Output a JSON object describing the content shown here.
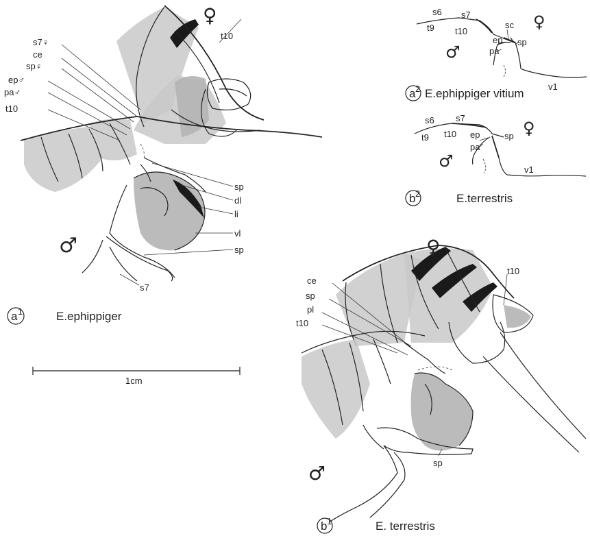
{
  "panels": {
    "a1": {
      "panel_number": "a",
      "panel_sup": "1",
      "species": "E.ephippiger",
      "female_symbol": "♀",
      "male_symbol": "♂",
      "labels": {
        "t10_top": "t10",
        "s7f": "s7♀",
        "ce": "ce",
        "spf": "sp♀",
        "epm": "ep♂",
        "pam": "pa♂",
        "t10_left": "t10",
        "sp1": "sp",
        "dl": "dl",
        "li": "li",
        "vl": "vl",
        "sp2": "sp",
        "s7": "s7"
      }
    },
    "a2": {
      "panel_number": "a",
      "panel_sup": "2",
      "species": "E.ephippiger vitium",
      "female_symbol": "♀",
      "male_symbol": "♂",
      "labels": {
        "s6": "s6",
        "s7": "s7",
        "sc": "sc",
        "t9": "t9",
        "t10": "t10",
        "ep": "ep",
        "sp": "sp",
        "pa": "pa",
        "v1": "v1"
      }
    },
    "b2": {
      "panel_number": "b",
      "panel_sup": "2",
      "species": "E.terrestris",
      "female_symbol": "♀",
      "male_symbol": "♂",
      "labels": {
        "s6": "s6",
        "s7": "s7",
        "t9": "t9",
        "t10": "t10",
        "ep": "ep",
        "sp": "sp",
        "pa": "pa",
        "v1": "v1"
      }
    },
    "b1": {
      "panel_number": "b",
      "panel_sup": "1",
      "species": "E. terrestris",
      "female_symbol": "♀",
      "male_symbol": "♂",
      "labels": {
        "t10": "t10",
        "ce": "ce",
        "sp_left": "sp",
        "pl": "pl",
        "t10_left": "t10",
        "sp_bottom": "sp"
      }
    }
  },
  "scale_bar": {
    "label": "1cm"
  }
}
